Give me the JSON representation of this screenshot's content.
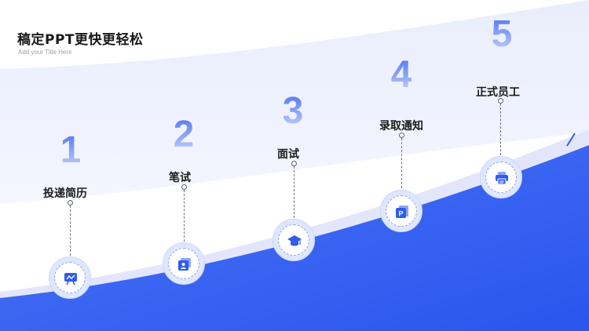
{
  "title": "稿定PPT更快更轻松",
  "subtitle": "Add your Title Here",
  "colors": {
    "accent": "#2f5bf0",
    "light_band": "#eef2fd",
    "node_bg": "#dfe7fe"
  },
  "steps": [
    {
      "number": "1",
      "label": "投递简历",
      "icon": "presentation-board-icon"
    },
    {
      "number": "2",
      "label": "笔试",
      "icon": "id-card-icon"
    },
    {
      "number": "3",
      "label": "面试",
      "icon": "graduation-cap-icon"
    },
    {
      "number": "4",
      "label": "录取通知",
      "icon": "powerpoint-file-icon"
    },
    {
      "number": "5",
      "label": "正式员工",
      "icon": "printer-icon"
    }
  ]
}
